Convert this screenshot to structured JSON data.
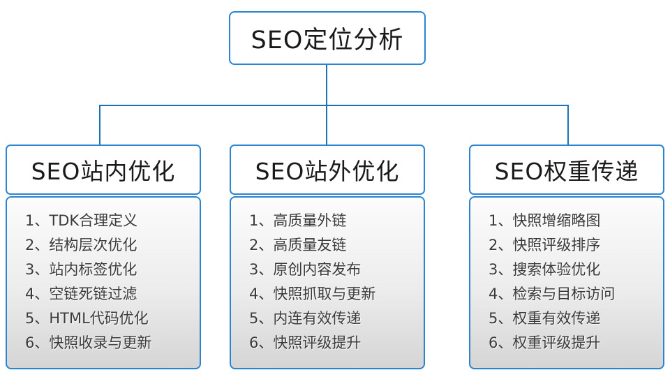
{
  "diagram": {
    "root": {
      "title": "SEO定位分析"
    },
    "branches": [
      {
        "title": "SEO站内优化",
        "items": [
          "1、TDK合理定义",
          "2、结构层次优化",
          "3、站内标签优化",
          "4、空链死链过滤",
          "5、HTML代码优化",
          "6、快照收录与更新"
        ]
      },
      {
        "title": "SEO站外优化",
        "items": [
          "1、高质量外链",
          "2、高质量友链",
          "3、原创内容发布",
          "4、快照抓取与更新",
          "5、内连有效传递",
          "6、快照评级提升"
        ]
      },
      {
        "title": "SEO权重传递",
        "items": [
          "1、快照增缩略图",
          "2、快照评级排序",
          "3、搜索体验优化",
          "4、检索与目标访问",
          "5、权重有效传递",
          "6、权重评级提升"
        ]
      }
    ],
    "colors": {
      "box_border": "#2b84cf",
      "connector_line": "#1a72b8",
      "panel_gradient_top": "#fcfcfc",
      "panel_gradient_bottom": "#d5d5d5",
      "item_text": "#3a3a3a",
      "title_text": "#1a1a1a"
    }
  }
}
